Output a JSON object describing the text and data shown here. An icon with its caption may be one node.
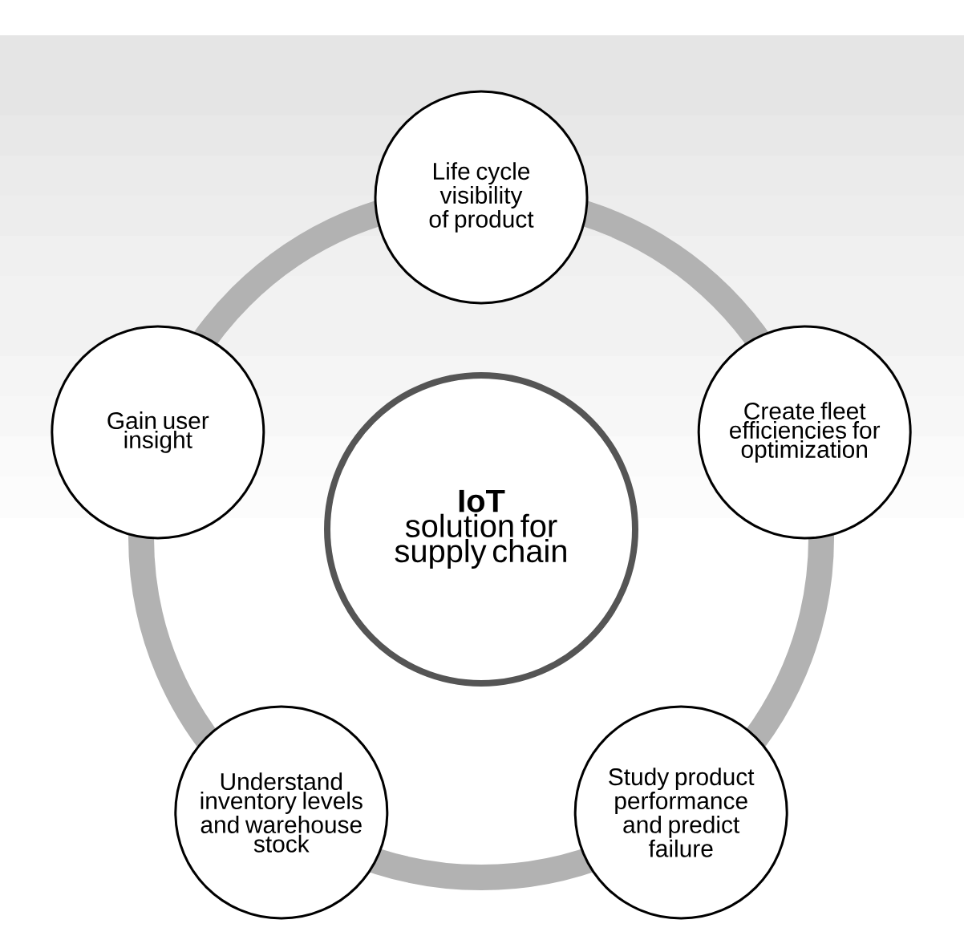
{
  "diagram": {
    "nodes": [
      {
        "text": [
          "IoT",
          "solution for supply chain"
        ]
      },
      {
        "text": [
          "Life cycle visibility of product"
        ]
      },
      {
        "text": [
          "Create fleet efficiencies for optimization"
        ]
      },
      {
        "text": [
          "Study product performance and predict failure"
        ]
      },
      {
        "text": [
          "Understand inventory levels and warehouse stock"
        ]
      },
      {
        "text": [
          "Gain user insight"
        ]
      }
    ]
  }
}
